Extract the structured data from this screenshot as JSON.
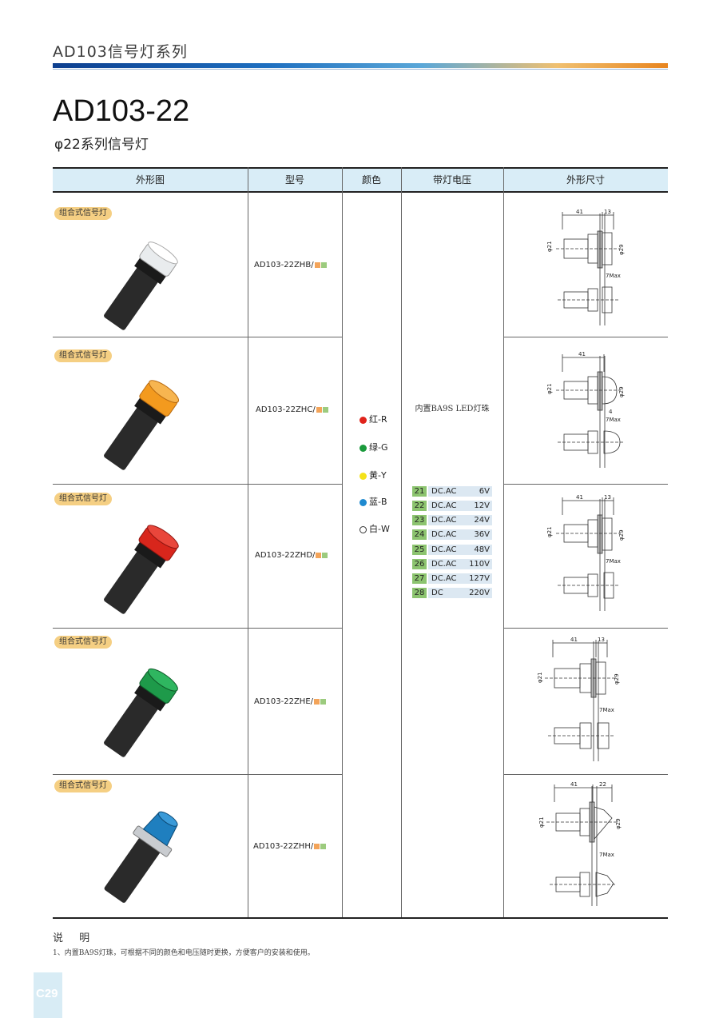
{
  "series_header": "AD103信号灯系列",
  "title": "AD103-22",
  "subtitle": "φ22系列信号灯",
  "table": {
    "headers": [
      "外形图",
      "型号",
      "颜色",
      "带灯电压",
      "外形尺寸"
    ],
    "rows": [
      {
        "tag": "组合式信号灯",
        "model": "AD103-22ZHB/",
        "lens_color": "#e9ecee"
      },
      {
        "tag": "组合式信号灯",
        "model": "AD103-22ZHC/",
        "lens_color": "#f39a1e"
      },
      {
        "tag": "组合式信号灯",
        "model": "AD103-22ZHD/",
        "lens_color": "#d8261c"
      },
      {
        "tag": "组合式信号灯",
        "model": "AD103-22ZHE/",
        "lens_color": "#1e9a4a"
      },
      {
        "tag": "组合式信号灯",
        "model": "AD103-22ZHH/",
        "lens_color": "#1f7fbf"
      }
    ],
    "colors": [
      {
        "label": "红-R",
        "dot": "#e0231b"
      },
      {
        "label": "绿-G",
        "dot": "#1a9a3c"
      },
      {
        "label": "黄-Y",
        "dot": "#f4e21a"
      },
      {
        "label": "蓝-B",
        "dot": "#1f8ad0"
      },
      {
        "label": "白-W",
        "dot": "#ffffff"
      }
    ],
    "led_note": "内置BA9S LED灯珠",
    "voltages": [
      {
        "code": "21",
        "type": "DC.AC",
        "value": "6V"
      },
      {
        "code": "22",
        "type": "DC.AC",
        "value": "12V"
      },
      {
        "code": "23",
        "type": "DC.AC",
        "value": "24V"
      },
      {
        "code": "24",
        "type": "DC.AC",
        "value": "36V"
      },
      {
        "code": "25",
        "type": "DC.AC",
        "value": "48V"
      },
      {
        "code": "26",
        "type": "DC.AC",
        "value": "110V"
      },
      {
        "code": "27",
        "type": "DC.AC",
        "value": "127V"
      },
      {
        "code": "28",
        "type": "DC",
        "value": "220V"
      }
    ],
    "dimensions": [
      {
        "a": "41",
        "b": "13",
        "d1": "φ21",
        "d2": "φ29",
        "max": "7Max"
      },
      {
        "a": "41",
        "b": "",
        "d1": "φ21",
        "d2": "φ29",
        "max": "7Max",
        "extra": "4"
      },
      {
        "a": "41",
        "b": "13",
        "d1": "φ21",
        "d2": "φ29",
        "max": "7Max"
      },
      {
        "a": "41",
        "b": "13",
        "d1": "φ21",
        "d2": "φ29",
        "max": "7Max"
      },
      {
        "a": "41",
        "b": "22",
        "d1": "φ21",
        "d2": "φ29",
        "max": "7Max"
      }
    ]
  },
  "notes": {
    "title": "说 明",
    "items": [
      "1、内置BA9S灯珠，可根据不同的颜色和电压随时更换，方便客户的安装和使用。"
    ]
  },
  "page_number": "C29"
}
